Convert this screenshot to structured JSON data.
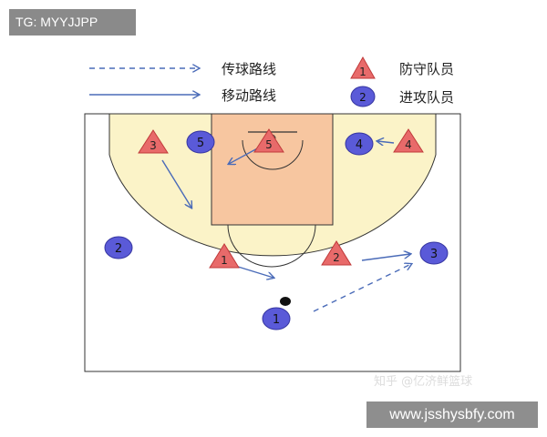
{
  "header": {
    "tag": "TG: MYYJJPP"
  },
  "legend": {
    "pass_route": "传球路线",
    "move_route": "移动路线",
    "defender": "防守队员",
    "defender_sample": "1",
    "attacker": "进攻队员",
    "attacker_sample": "2"
  },
  "defenders": [
    "3",
    "5",
    "4",
    "1",
    "2"
  ],
  "attackers": [
    "5",
    "4",
    "2",
    "3",
    "1"
  ],
  "watermark": "知乎 @亿济鲜篮球",
  "footer": {
    "url": "www.jsshysbfy.com"
  },
  "colors": {
    "court_fill": "#fbf3c8",
    "paint_fill": "#f7c6a0",
    "defender": "#e86a6a",
    "attacker": "#5a5ad8",
    "arrow": "#4a6bb8"
  }
}
